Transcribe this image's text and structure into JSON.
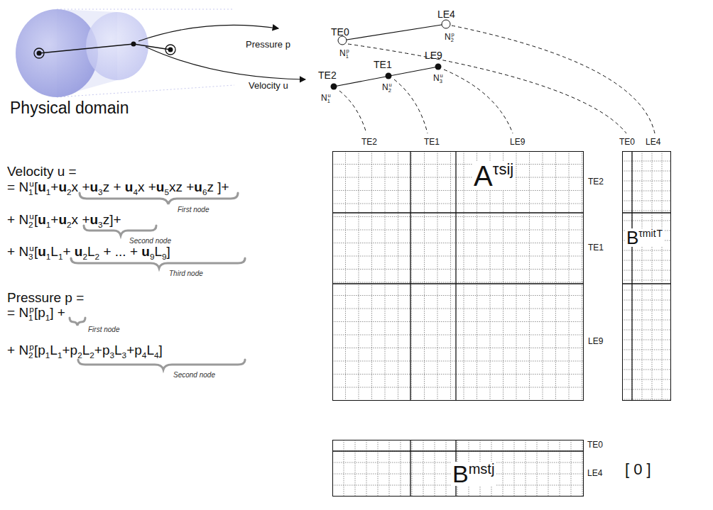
{
  "diagram": {
    "nodes": [
      {
        "text": [
          "A",
          "τsij"
        ]
      },
      {
        "text": [
          "B",
          "τmit",
          "T"
        ]
      },
      {
        "text": [
          "B",
          "mstj"
        ]
      }
    ],
    "labels": [
      "Physical domain",
      "Pressure p",
      "Velocity u",
      "TE0",
      "LE4",
      "N1p",
      "N2p",
      "TE2",
      "TE1",
      "LE9",
      "N1u",
      "N2u",
      "N3u",
      "TE2",
      "TE1",
      "LE9",
      "TE0",
      "LE4",
      "TE2",
      "TE1",
      "LE9",
      "TE0",
      "LE4",
      "Velocity u =",
      "= N1u[u1+u2x +u3z + u4x +u5xz +u6z ]+",
      "First node",
      "+ N2u[u1+u2x +u3z]+",
      "Second node",
      "+ N3u[u1L1+ u2L2 + ... + u9L9]",
      "Third node",
      "Pressure p =",
      "= N1p[p1] +",
      "First node",
      "+ N2p[p1L1+p2L2+p3L3+p4L4]",
      "Second node",
      "[ 0 ]"
    ]
  }
}
